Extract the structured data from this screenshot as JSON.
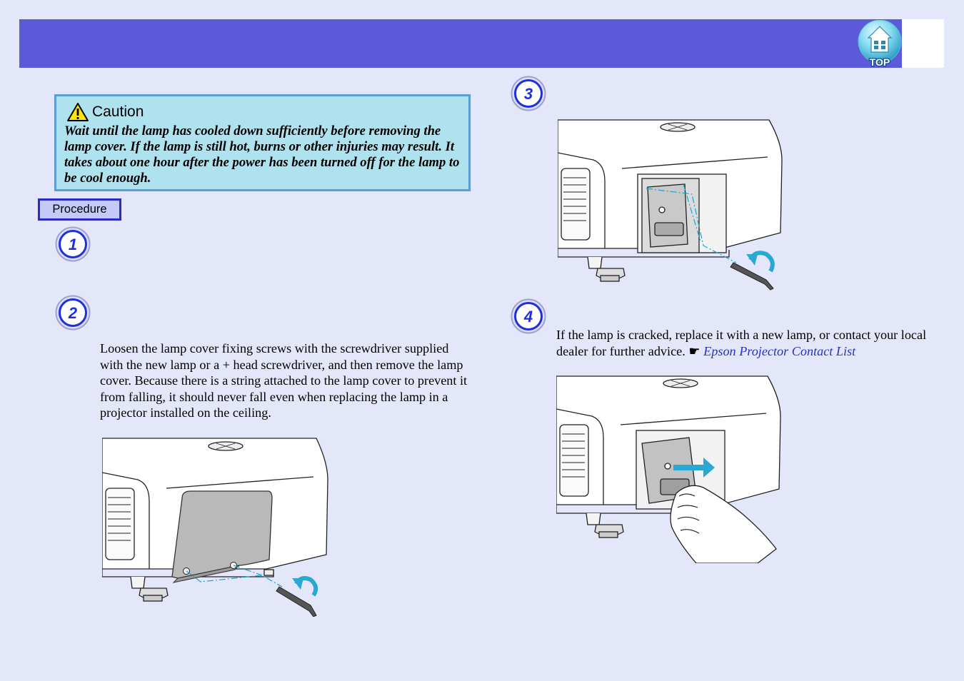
{
  "header": {
    "top_button_label": "TOP"
  },
  "caution": {
    "title": "Caution",
    "text": "Wait until the lamp has cooled down sufficiently before removing the lamp cover. If the lamp is still hot, burns or other injuries may result. It takes about one hour after the power has been turned off for the lamp to be cool enough."
  },
  "procedure_label": "Procedure",
  "steps": [
    {
      "number": "1",
      "text": ""
    },
    {
      "number": "2",
      "text": "Loosen the lamp cover fixing screws with the screwdriver supplied with the new lamp or a + head screwdriver, and then remove the lamp cover. Because there is a string attached to the lamp cover to prevent it from falling, it should never fall even when replacing the lamp in a projector installed on the ceiling."
    },
    {
      "number": "3",
      "text": ""
    },
    {
      "number": "4",
      "text": "If the lamp is cracked, replace it with a new lamp, or contact your local dealer for further advice.",
      "link_symbol": "☛",
      "link_text": "Epson Projector Contact List"
    }
  ]
}
